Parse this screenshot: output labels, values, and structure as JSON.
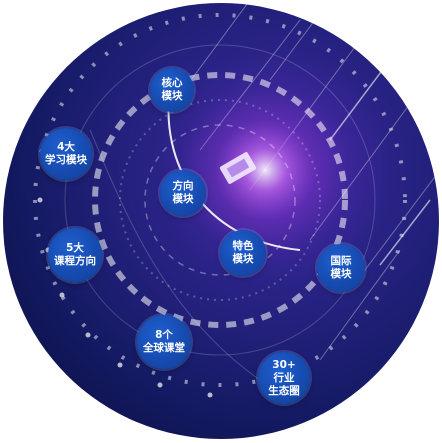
{
  "nodes": [
    {
      "id": "core",
      "lines": [
        "核心",
        "模块"
      ]
    },
    {
      "id": "four",
      "lines": [
        "4大",
        "学习模块"
      ]
    },
    {
      "id": "direction",
      "lines": [
        "方向",
        "模块"
      ]
    },
    {
      "id": "feature",
      "lines": [
        "特色",
        "模块"
      ]
    },
    {
      "id": "international",
      "lines": [
        "国际",
        "模块"
      ]
    },
    {
      "id": "five",
      "lines": [
        "5大",
        "课程方向"
      ]
    },
    {
      "id": "eight",
      "lines": [
        "8个",
        "全球课堂"
      ]
    },
    {
      "id": "thirty",
      "lines": [
        "30+",
        "行业",
        "生态圈"
      ]
    }
  ],
  "colors": {
    "background_dark": "#0c1147",
    "background_mid": "#2a2387",
    "glow": "#9b3bd6",
    "node": "#164bb0",
    "text": "#ffffff"
  }
}
